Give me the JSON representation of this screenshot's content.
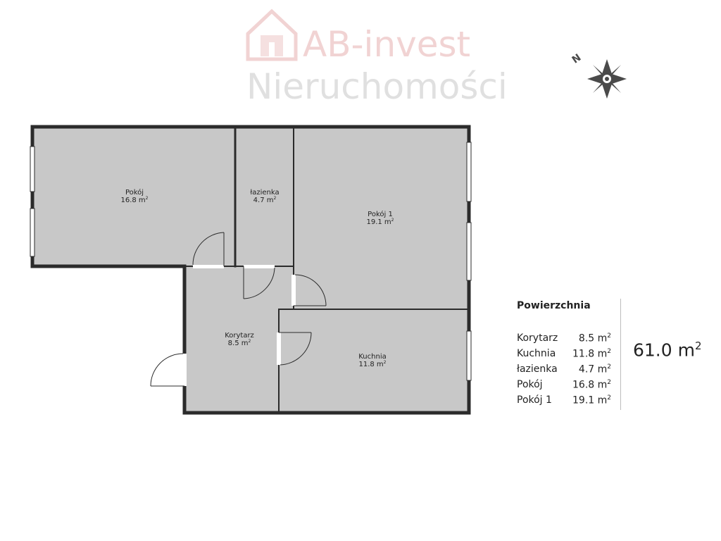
{
  "logo": {
    "line1": "AB-invest",
    "line2": "Nieruchomości"
  },
  "compass": {
    "label": "N"
  },
  "rooms": [
    {
      "name": "Pokój",
      "area": "16.8 m",
      "unit_sup": "2"
    },
    {
      "name": "łazienka",
      "area": "4.7 m",
      "unit_sup": "2"
    },
    {
      "name": "Pokój 1",
      "area": "19.1 m",
      "unit_sup": "2"
    },
    {
      "name": "Korytarz",
      "area": "8.5 m",
      "unit_sup": "2"
    },
    {
      "name": "Kuchnia",
      "area": "11.8 m",
      "unit_sup": "2"
    }
  ],
  "summary": {
    "title": "Powierzchnia",
    "rows": [
      {
        "name": "Korytarz",
        "area": "8.5 m",
        "unit_sup": "2"
      },
      {
        "name": "Kuchnia",
        "area": "11.8 m",
        "unit_sup": "2"
      },
      {
        "name": "łazienka",
        "area": "4.7 m",
        "unit_sup": "2"
      },
      {
        "name": "Pokój",
        "area": "16.8 m",
        "unit_sup": "2"
      },
      {
        "name": "Pokój 1",
        "area": "19.1 m",
        "unit_sup": "2"
      }
    ],
    "total": "61.0 m",
    "total_sup": "2"
  },
  "colors": {
    "floor": "#c8c8c8",
    "wall": "#2b2b2b",
    "logo_red": "#f1d3d3",
    "logo_gray": "#e0e0e0",
    "compass": "#4a4a4a"
  }
}
